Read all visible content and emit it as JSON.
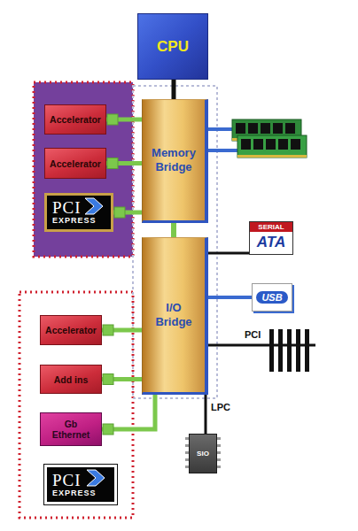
{
  "diagram": {
    "nodes": [
      {
        "text": [
          "CPU"
        ]
      },
      {
        "text": [
          "Memory Bridge"
        ]
      },
      {
        "text": [
          "I/O Bridge"
        ]
      },
      {
        "text": [
          "Accelerator"
        ]
      },
      {
        "text": [
          "Accelerator"
        ]
      },
      {
        "text": [
          "PCI",
          "EXPRESS"
        ]
      },
      {
        "text": [
          "SERIAL",
          "ATA"
        ]
      },
      {
        "text": [
          "USB"
        ]
      },
      {
        "text": [
          "Accelerator"
        ]
      },
      {
        "text": [
          "Add ins"
        ]
      },
      {
        "text": [
          "Gb Ethernet"
        ]
      },
      {
        "text": [
          "PCI",
          "EXPRESS"
        ]
      },
      {
        "text": [
          "SIO"
        ]
      }
    ],
    "edges": [
      {
        "from": 0,
        "to": 1,
        "arrow": "none"
      },
      {
        "from": 1,
        "to": 2,
        "arrow": "none"
      },
      {
        "from": 3,
        "to": 1,
        "arrow": "none"
      },
      {
        "from": 4,
        "to": 1,
        "arrow": "none"
      },
      {
        "from": 5,
        "to": 1,
        "arrow": "none"
      },
      {
        "from": 2,
        "to": 6,
        "arrow": "none"
      },
      {
        "from": 2,
        "to": 7,
        "arrow": "none"
      },
      {
        "from": 8,
        "to": 2,
        "arrow": "none"
      },
      {
        "from": 9,
        "to": 2,
        "arrow": "none"
      },
      {
        "from": 10,
        "to": 2,
        "arrow": "none"
      },
      {
        "from": 2,
        "to": 12,
        "label": "LPC",
        "arrow": "none"
      }
    ],
    "labels": [
      "PCI"
    ]
  }
}
